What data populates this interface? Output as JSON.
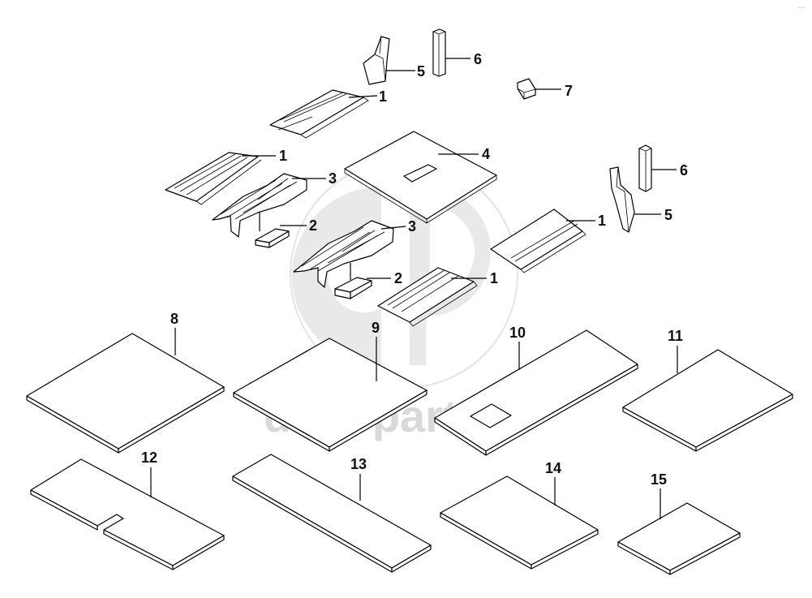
{
  "watermark": {
    "text": "data-parts",
    "logo": "gp-logo-icon",
    "color": "#d9d9d9"
  },
  "corner_mark": "~~",
  "callouts": {
    "c1a": "1",
    "c1b": "1",
    "c1c": "1",
    "c1d": "1",
    "c2a": "2",
    "c2b": "2",
    "c3a": "3",
    "c3b": "3",
    "c4": "4",
    "c5a": "5",
    "c5b": "5",
    "c6a": "6",
    "c6b": "6",
    "c7": "7",
    "c8": "8",
    "c9": "9",
    "c10": "10",
    "c11": "11",
    "c12": "12",
    "c13": "13",
    "c14": "14",
    "c15": "15"
  }
}
